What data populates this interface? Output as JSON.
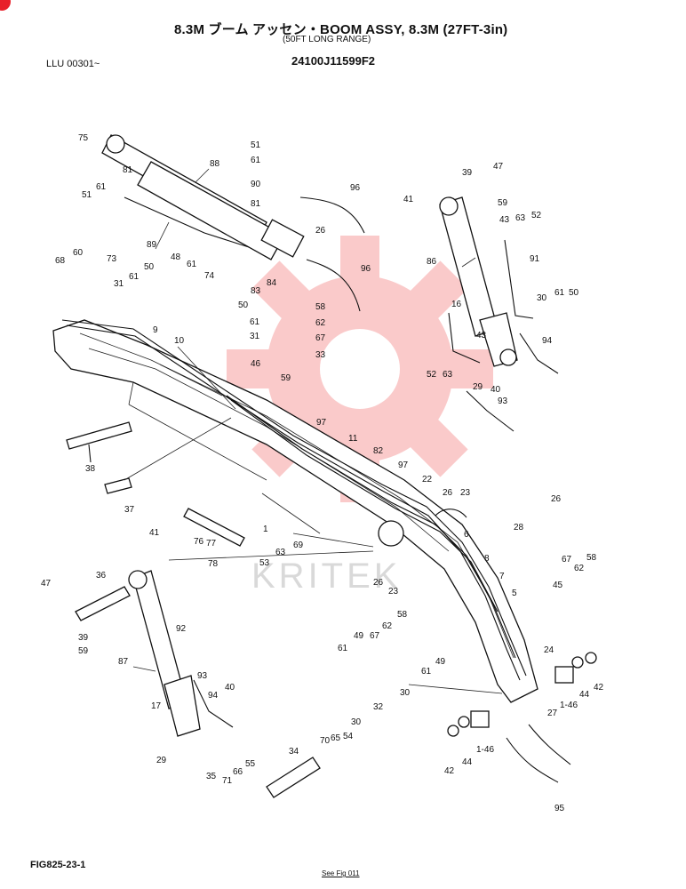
{
  "header": {
    "title_line1": "8.3M ブーム アッセン・BOOM ASSY, 8.3M (27FT-3in)",
    "title_line2": "(50FT LONG RANGE)",
    "serial_range": "LLU 00301~",
    "part_number": "24100J11599F2"
  },
  "footer": {
    "figure_label": "FIG825-23-1",
    "see_fig": "See Fig 011"
  },
  "watermark": {
    "text": "KRITEK",
    "color": "#f26b6b"
  },
  "callouts": [
    "75",
    "88",
    "51",
    "61",
    "90",
    "96",
    "81",
    "81",
    "51",
    "61",
    "89",
    "48",
    "61",
    "74",
    "26",
    "96",
    "60",
    "73",
    "68",
    "50",
    "31",
    "61",
    "83",
    "84",
    "50",
    "61",
    "31",
    "46",
    "58",
    "62",
    "67",
    "33",
    "9",
    "10",
    "59",
    "97",
    "97",
    "11",
    "82",
    "22",
    "26",
    "23",
    "38",
    "37",
    "1",
    "76",
    "77",
    "78",
    "53",
    "63",
    "69",
    "41",
    "36",
    "47",
    "39",
    "59",
    "92",
    "87",
    "93",
    "94",
    "40",
    "17",
    "29",
    "34",
    "70",
    "65",
    "54",
    "35",
    "71",
    "66",
    "55",
    "49",
    "61",
    "67",
    "62",
    "58",
    "30",
    "32",
    "30",
    "61",
    "49",
    "42",
    "44",
    "1-46",
    "95",
    "41",
    "39",
    "47",
    "59",
    "43",
    "63",
    "52",
    "86",
    "91",
    "30",
    "61",
    "50",
    "43",
    "16",
    "52",
    "63",
    "94",
    "29",
    "40",
    "93",
    "6",
    "8",
    "7",
    "5",
    "26",
    "28",
    "67",
    "62",
    "58",
    "45",
    "24",
    "27",
    "1-46",
    "44",
    "42",
    "26",
    "23"
  ]
}
